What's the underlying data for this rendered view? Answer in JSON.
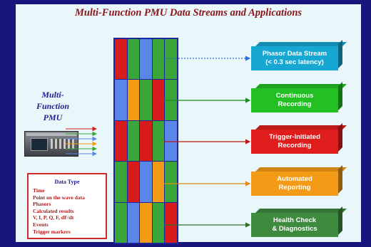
{
  "title": "Multi-Function PMU Data Streams and Applications",
  "pmu_label": [
    "Multi-",
    "Function",
    "PMU"
  ],
  "data_type": {
    "heading": "Data Type",
    "items": [
      "Time",
      "Point on the wave data",
      "Phasors",
      "Calculated results",
      "V, I, P, Q, F, dF/dt",
      "Events",
      "Trigger markers"
    ]
  },
  "bus_colors": [
    [
      "#d81c1c",
      "#3aa63a",
      "#5a86e8",
      "#3aa63a",
      "#3aa63a"
    ],
    [
      "#5a86e8",
      "#f39a16",
      "#3aa63a",
      "#d81c1c",
      "#3aa63a"
    ],
    [
      "#d81c1c",
      "#3aa63a",
      "#d81c1c",
      "#3aa63a",
      "#5a86e8"
    ],
    [
      "#3aa63a",
      "#d81c1c",
      "#5a86e8",
      "#f39a16",
      "#3aa63a"
    ],
    [
      "#3aa63a",
      "#5a86e8",
      "#f39a16",
      "#3aa63a",
      "#d81c1c"
    ]
  ],
  "outputs": [
    {
      "label": "Phasor Data Stream\n(< 0.3 sec latency)",
      "color": "#17a7d3",
      "arrow": "dotted",
      "arrow_color": "#2b6fd3"
    },
    {
      "label": "Continuous\nRecording",
      "color": "#22c022",
      "arrow": "solid",
      "arrow_color": "#1a8a1a"
    },
    {
      "label": "Trigger-Initiated\nRecording",
      "color": "#e01d1d",
      "arrow": "solid",
      "arrow_color": "#c01515"
    },
    {
      "label": "Automated\nReporting",
      "color": "#f39a16",
      "arrow": "solid",
      "arrow_color": "#e08a10"
    },
    {
      "label": "Health Check\n& Diagnostics",
      "color": "#3e8a3e",
      "arrow": "solid",
      "arrow_color": "#2e702e"
    }
  ],
  "input_arrow_colors": [
    "#d81c1c",
    "#3aa63a",
    "#5a86e8",
    "#f39a16",
    "#3aa63a",
    "#5a86e8"
  ]
}
